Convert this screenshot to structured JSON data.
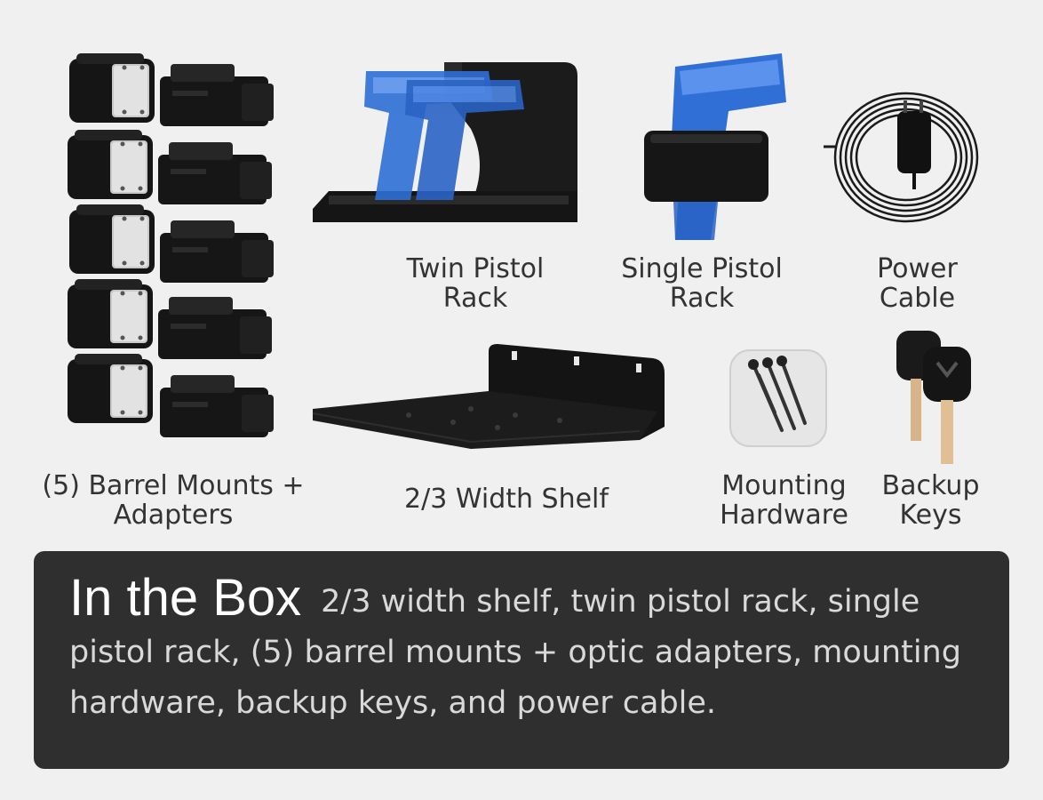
{
  "items": {
    "barrel_mounts": "(5) Barrel Mounts +\nAdapters",
    "twin_rack": "Twin Pistol\nRack",
    "single_rack": "Single Pistol\nRack",
    "power_cable": "Power\nCable",
    "shelf": "2/3 Width Shelf",
    "hardware": "Mounting\nHardware",
    "keys": "Backup\nKeys"
  },
  "box": {
    "title": "In the Box",
    "description": "2/3 width shelf, twin pistol rack, single pistol rack, (5) barrel mounts + optic adapters, mounting hardware, backup keys, and power cable."
  },
  "colors": {
    "background": "#f0f0f0",
    "panel": "#2f2f2f",
    "pistol_blue": "#2f6fd6",
    "hardware_black": "#1c1c1c"
  }
}
